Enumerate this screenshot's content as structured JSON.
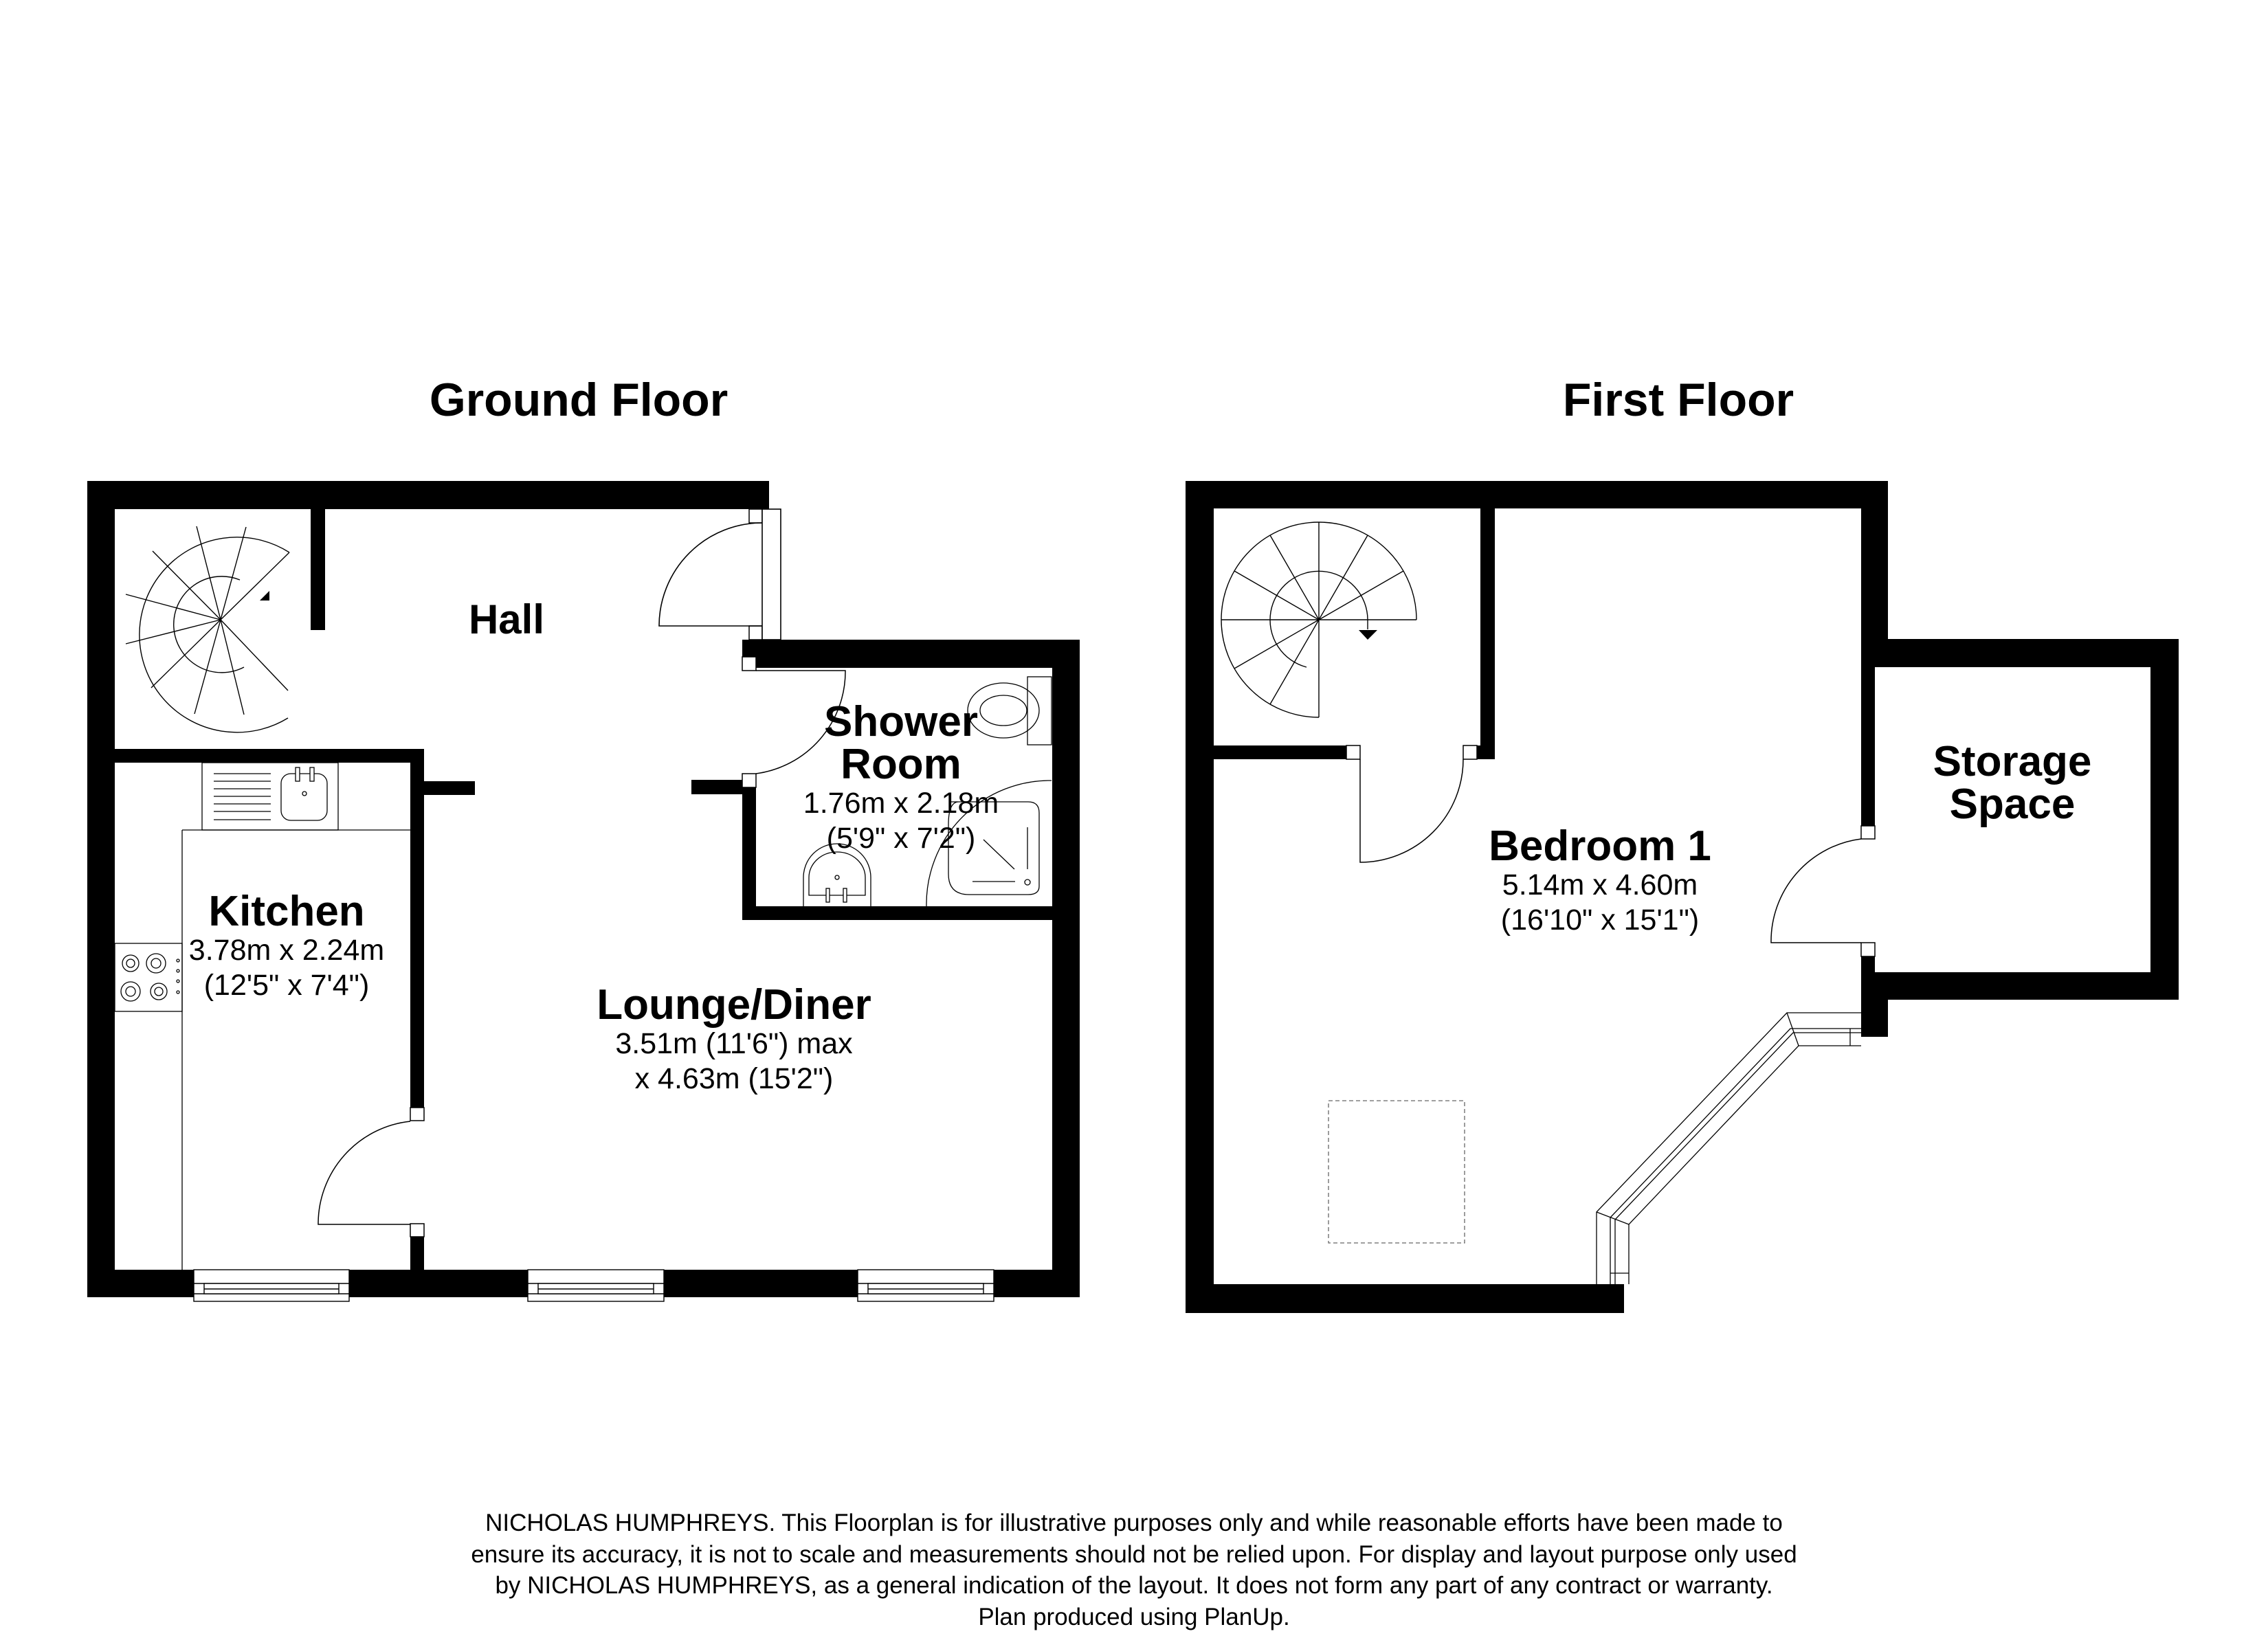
{
  "floors": [
    {
      "id": "ground",
      "title": "Ground Floor",
      "rooms": [
        {
          "name": "Hall",
          "dims": []
        },
        {
          "name": "Shower",
          "name2": "Room",
          "dims": [
            "1.76m x 2.18m",
            "(5'9\" x 7'2\")"
          ]
        },
        {
          "name": "Kitchen",
          "dims": [
            "3.78m x 2.24m",
            "(12'5\" x 7'4\")"
          ]
        },
        {
          "name": "Lounge/Diner",
          "dims": [
            "3.51m (11'6\") max",
            "x 4.63m (15'2\")"
          ]
        }
      ],
      "fixtures": [
        "spiral-staircase",
        "front-door",
        "sink-with-drainer",
        "hob",
        "toilet",
        "washbasin",
        "corner-shower",
        "window",
        "window",
        "window"
      ]
    },
    {
      "id": "first",
      "title": "First Floor",
      "rooms": [
        {
          "name": "Bedroom 1",
          "dims": [
            "5.14m x 4.60m",
            "(16'10\" x 15'1\")"
          ]
        },
        {
          "name": "Storage",
          "name2": "Space",
          "dims": []
        }
      ],
      "fixtures": [
        "spiral-staircase",
        "bay-window",
        "loft-hatch"
      ]
    }
  ],
  "colors": {
    "wall": "#000000",
    "background": "#ffffff",
    "line": "#000000"
  },
  "footer": {
    "lines": [
      "NICHOLAS HUMPHREYS. This Floorplan is for illustrative purposes only and while reasonable efforts have been made to",
      "ensure its accuracy, it is not to scale and measurements should not be relied upon. For display and layout purpose only used",
      "by NICHOLAS HUMPHREYS, as a general indication of the layout. It does not form any part of any contract or warranty.",
      "Plan produced using PlanUp."
    ]
  }
}
